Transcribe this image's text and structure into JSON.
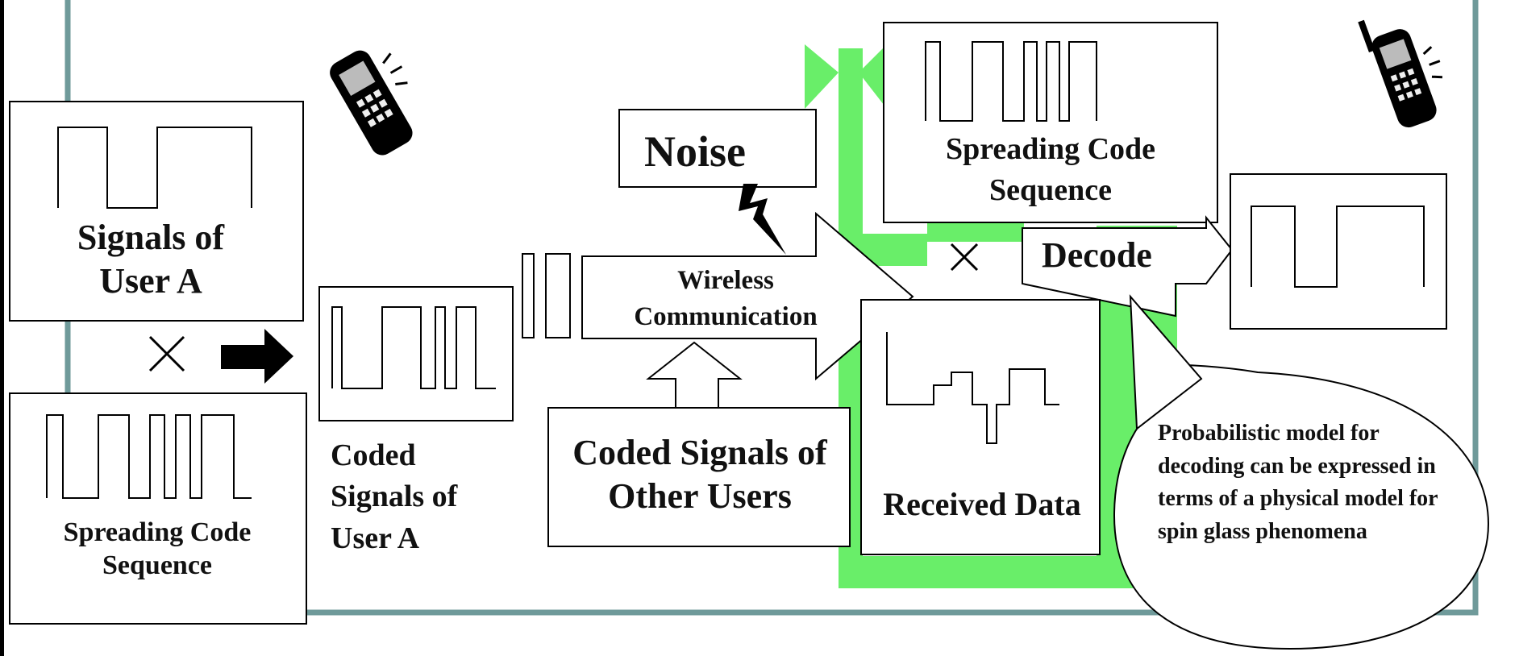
{
  "colors": {
    "frame": "#6f9a9a",
    "green": "#69ee69",
    "ink": "#000000",
    "background": "#ffffff"
  },
  "icons": {
    "phone_left": "mobile-phone-icon",
    "phone_right": "mobile-phone-icon",
    "lightning": "lightning-bolt-icon",
    "multiply": "multiply-icon",
    "right_arrow": "right-arrow-icon"
  },
  "labels": {
    "signals_user_a": "Signals of User A",
    "spreading_code_left": "Spreading Code Sequence",
    "coded_signals_user_a": "Coded Signals of User A",
    "noise": "Noise",
    "wireless": "Wireless Communication",
    "other_users": "Coded Signals of Other Users",
    "spreading_code_right": "Spreading Code Sequence",
    "decode": "Decode",
    "received_data": "Received Data",
    "probabilistic_note": "Probabilistic model for decoding can be expressed in terms of a physical model for spin glass phenomena",
    "times_symbol": "×"
  }
}
